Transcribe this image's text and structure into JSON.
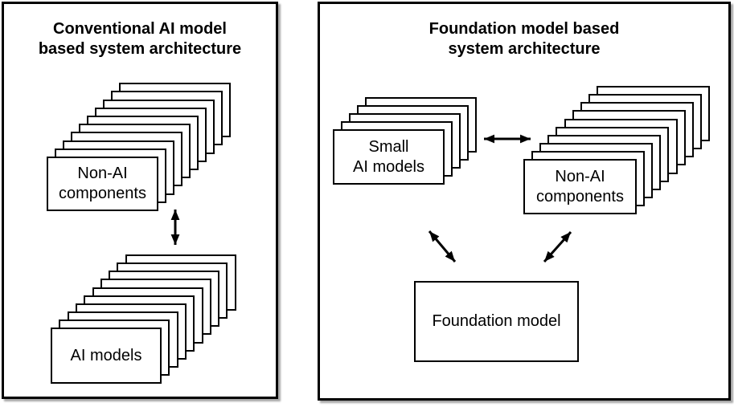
{
  "colors": {
    "background": "#ffffff",
    "line": "#000000"
  },
  "panels": [
    {
      "id": "conventional",
      "title": "Conventional AI model based system architecture",
      "title_lines": [
        "Conventional AI model",
        "based system architecture"
      ],
      "stacks": [
        {
          "id": "conv-non-ai",
          "label": "Non-AI components",
          "label_lines": [
            "Non-AI",
            "components"
          ],
          "count": 10
        },
        {
          "id": "conv-ai-models",
          "label": "AI models",
          "label_lines": [
            "AI models"
          ],
          "count": 10
        }
      ],
      "arrows": [
        {
          "id": "conv-vertical",
          "type": "double-headed",
          "direction": "vertical",
          "connects": [
            "Non-AI components",
            "AI models"
          ]
        }
      ]
    },
    {
      "id": "foundation",
      "title": "Foundation model based system architecture",
      "title_lines": [
        "Foundation model based",
        "system architecture"
      ],
      "stacks": [
        {
          "id": "fm-small-ai",
          "label": "Small AI models",
          "label_lines": [
            "Small",
            "AI models"
          ],
          "count": 5
        },
        {
          "id": "fm-non-ai",
          "label": "Non-AI components",
          "label_lines": [
            "Non-AI",
            "components"
          ],
          "count": 10
        }
      ],
      "boxes": [
        {
          "id": "foundation-model",
          "label": "Foundation model"
        }
      ],
      "arrows": [
        {
          "id": "fm-horizontal",
          "type": "double-headed",
          "direction": "horizontal",
          "connects": [
            "Small AI models",
            "Non-AI components"
          ]
        },
        {
          "id": "fm-diag-left",
          "type": "double-headed",
          "direction": "diagonal",
          "connects": [
            "Small AI models",
            "Foundation model"
          ]
        },
        {
          "id": "fm-diag-right",
          "type": "double-headed",
          "direction": "diagonal",
          "connects": [
            "Non-AI components",
            "Foundation model"
          ]
        }
      ]
    }
  ]
}
